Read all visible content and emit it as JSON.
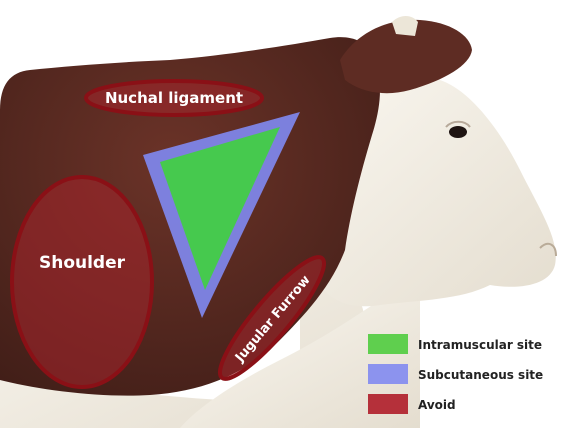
{
  "labels": {
    "nuchal": "Nuchal ligament",
    "shoulder": "Shoulder",
    "jugular": "Jugular Furrow"
  },
  "legend": [
    {
      "label": "Intramuscular site",
      "color": "#5fcf4e"
    },
    {
      "label": "Subcutaneous site",
      "color": "#8c93ee"
    },
    {
      "label": "Avoid",
      "color": "#b5303a"
    }
  ],
  "colors": {
    "hide": "#5a2a22",
    "white_fur": "#f3efe6",
    "avoid_fill": "#a8252c",
    "avoid_stroke": "#8a1016",
    "subcutaneous": "#7e85e8",
    "intramuscular": "#46c94e"
  }
}
